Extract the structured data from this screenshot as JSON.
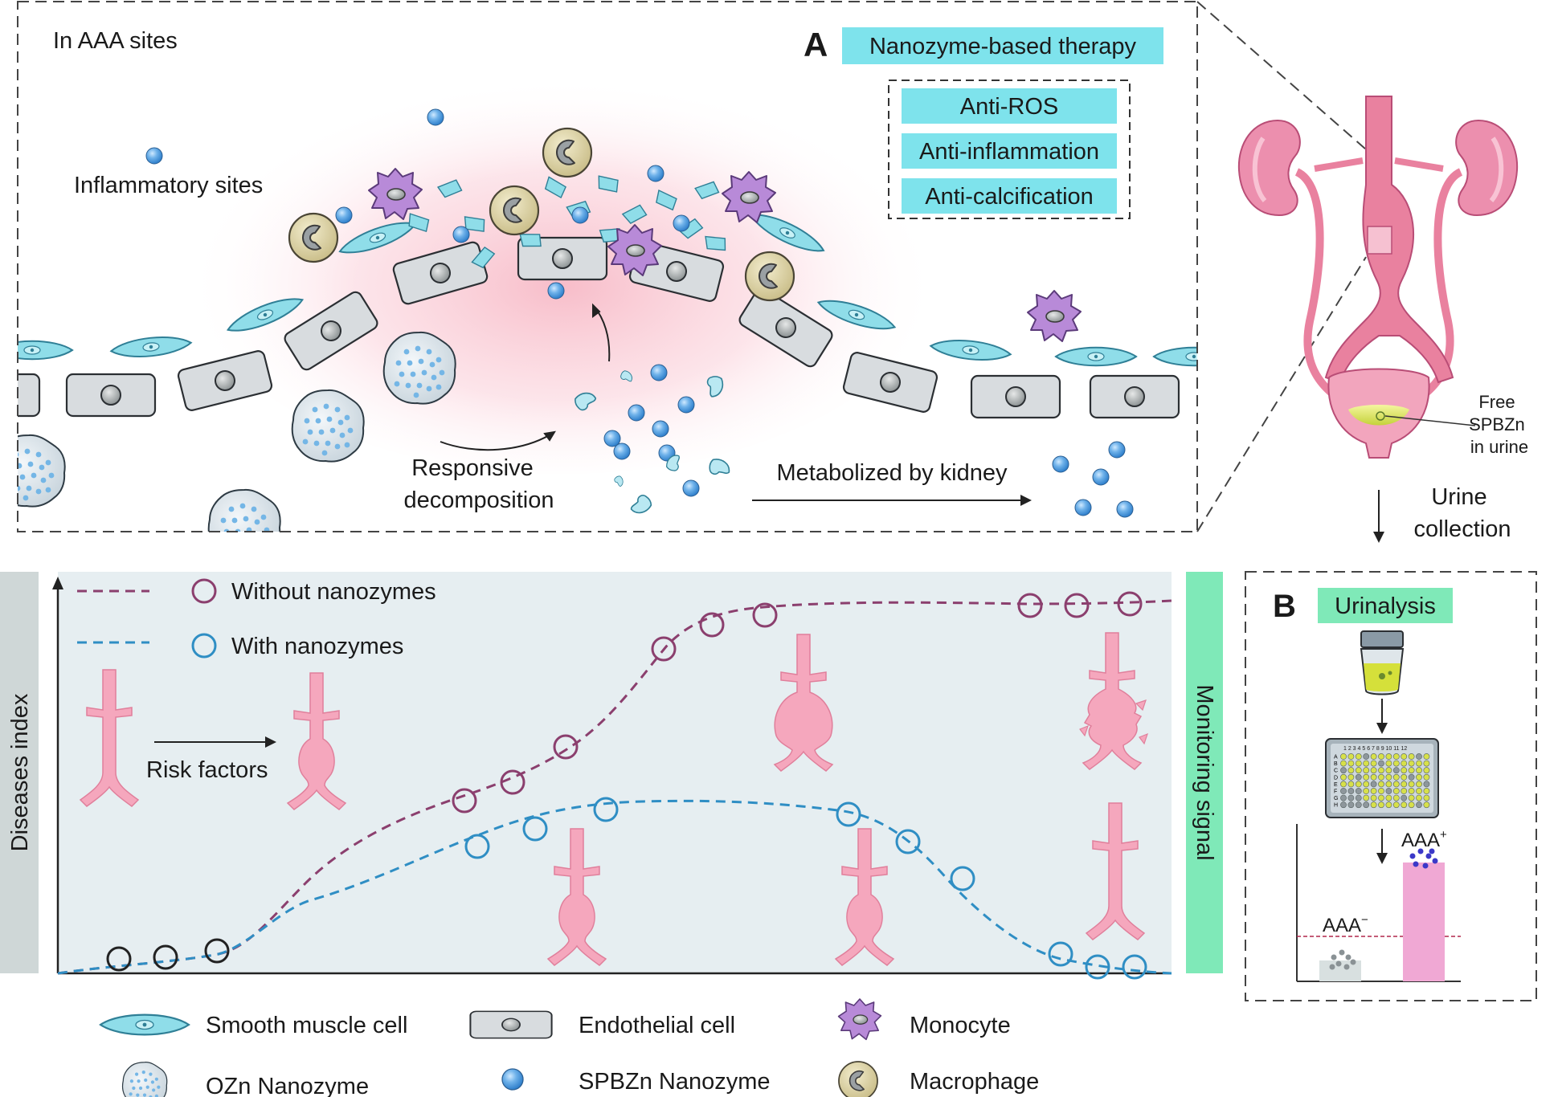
{
  "panel_a": {
    "letter": "A",
    "title": "Nanozyme-based therapy",
    "site_label": "In AAA sites",
    "inflammatory_label": "Inflammatory sites",
    "effects": [
      "Anti-ROS",
      "Anti-inflammation",
      "Anti-calcification"
    ],
    "decomposition_label": [
      "Responsive",
      "decomposition"
    ],
    "kidney_label": "Metabolized by kidney"
  },
  "anatomy": {
    "free_label": [
      "Free",
      "SPBZn",
      "in urine"
    ],
    "urine_label": [
      "Urine",
      "collection"
    ]
  },
  "panel_b": {
    "letter": "B",
    "title": "Urinalysis",
    "plate_cols": "1 2 3 4 5 6 7 8 9 10 11 12",
    "plate_rows": [
      "A",
      "B",
      "C",
      "D",
      "E",
      "F",
      "G",
      "H"
    ],
    "aaa_neg": "AAA",
    "aaa_neg_sup": "−",
    "aaa_pos": "AAA",
    "aaa_pos_sup": "+"
  },
  "plot": {
    "y_axis_label": "Diseases index",
    "monitor_label": "Monitoring signal",
    "legend": [
      "Without nanozymes",
      "With nanozymes"
    ],
    "risk_label": "Risk factors"
  },
  "key": {
    "items": [
      "Smooth muscle cell",
      "Endothelial cell",
      "Monocyte",
      "OZn Nanozyme",
      "SPBZn Nanozyme",
      "Macrophage"
    ]
  },
  "colors": {
    "cyan_label": "#7ee3ec",
    "green_label": "#7fe9b8",
    "without_curve": "#8b3f6e",
    "with_curve": "#2f8ec4",
    "aorta_pink": "#f5a7bd",
    "smc_fill": "#8fdde9",
    "endo_fill": "#d8dcdf"
  }
}
